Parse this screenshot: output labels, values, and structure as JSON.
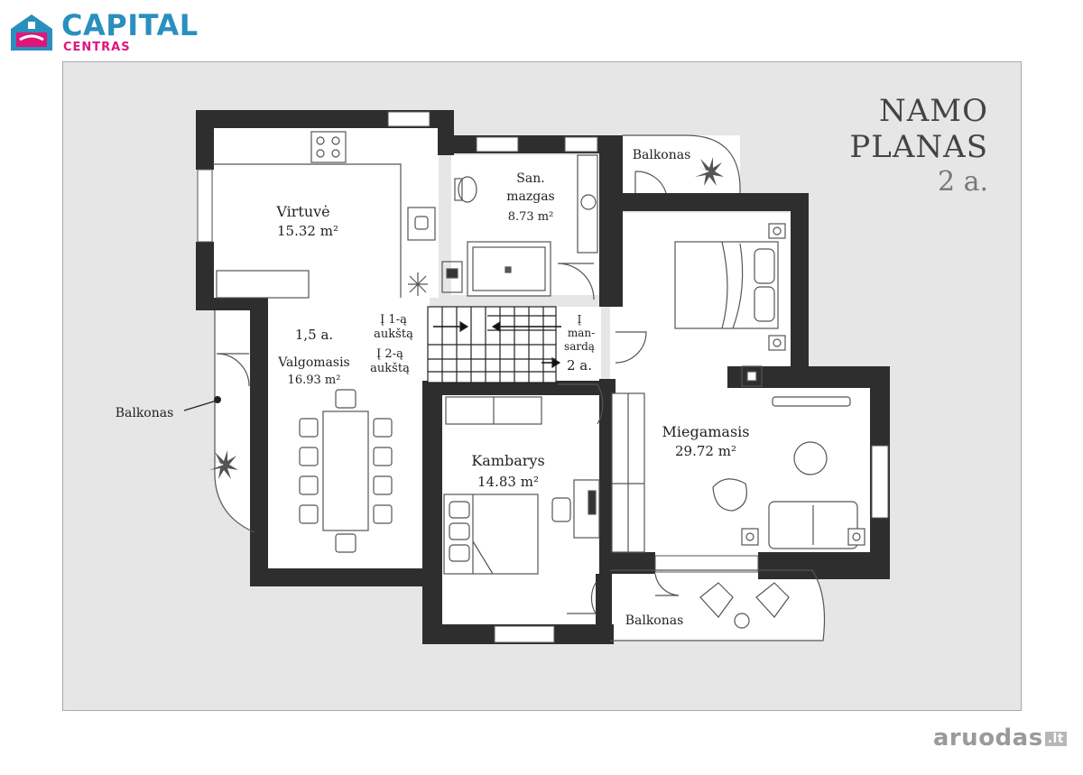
{
  "brand": {
    "name": "CAPITAL",
    "sub": "CENTRAS",
    "primary_color": "#2a8fbf",
    "accent_color": "#e0157a"
  },
  "plan": {
    "title_line1": "NAMO",
    "title_line2": "PLANAS",
    "title_line3": "2 a."
  },
  "rooms": {
    "kitchen": {
      "name": "Virtuvė",
      "area": "15.32 m²"
    },
    "bathroom": {
      "name1": "San.",
      "name2": "mazgas",
      "area": "8.73 m²"
    },
    "dining": {
      "level": "1,5 a.",
      "name": "Valgomasis",
      "area": "16.93 m²"
    },
    "room": {
      "name": "Kambarys",
      "area": "14.83 m²"
    },
    "bedroom": {
      "name": "Miegamasis",
      "area": "29.72 m²"
    }
  },
  "balconies": {
    "top": "Balkonas",
    "left": "Balkonas",
    "bottom": "Balkonas"
  },
  "stairs": {
    "to_first_a": "Į 1-ą",
    "to_first_b": "aukštą",
    "to_second_a": "Į 2-ą",
    "to_second_b": "aukštą",
    "to_attic_a": "Į",
    "to_attic_b": "man-",
    "to_attic_c": "sardą",
    "level": "2 a."
  },
  "watermark": {
    "text": "aruodas",
    "tld": ".lt"
  }
}
